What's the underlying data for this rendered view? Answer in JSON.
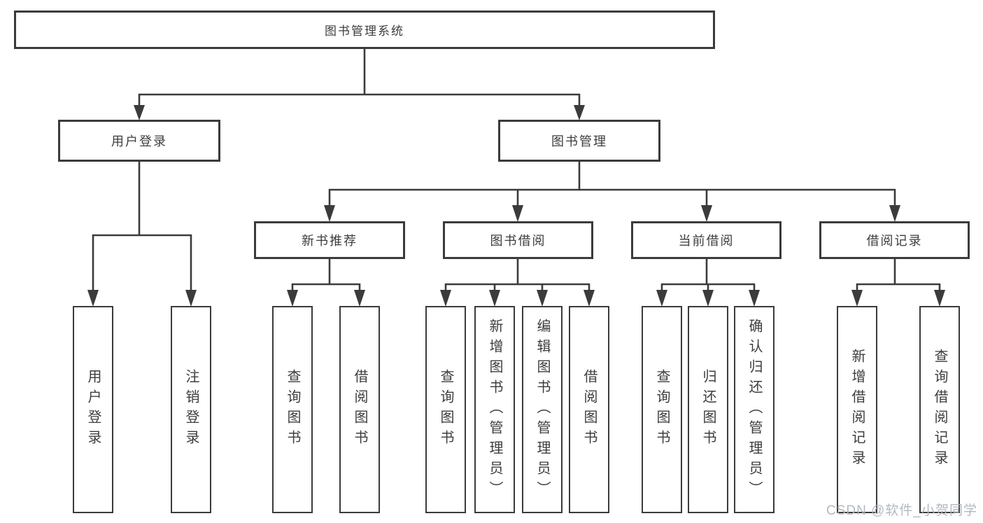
{
  "nodes": {
    "root": {
      "label": "图书管理系统"
    },
    "user_login": {
      "label": "用户登录"
    },
    "book_management": {
      "label": "图书管理"
    },
    "new_book_recommend": {
      "label": "新书推荐"
    },
    "book_borrow": {
      "label": "图书借阅"
    },
    "current_borrow": {
      "label": "当前借阅"
    },
    "borrow_records": {
      "label": "借阅记录"
    },
    "leaf_user_login": {
      "label": "用户登录"
    },
    "leaf_logout": {
      "label": "注销登录"
    },
    "leaf_recommend_query": {
      "label": "查询图书"
    },
    "leaf_recommend_borrow": {
      "label": "借阅图书"
    },
    "leaf_borrow_query": {
      "label": "查询图书"
    },
    "leaf_borrow_add": {
      "label": "新增图书（管理员）"
    },
    "leaf_borrow_edit": {
      "label": "编辑图书（管理员）"
    },
    "leaf_borrow_borrow": {
      "label": "借阅图书"
    },
    "leaf_current_query": {
      "label": "查询图书"
    },
    "leaf_current_return": {
      "label": "归还图书"
    },
    "leaf_current_confirm": {
      "label": "确认归还（管理员）"
    },
    "leaf_records_add": {
      "label": "新增借阅记录"
    },
    "leaf_records_query": {
      "label": "查询借阅记录"
    }
  },
  "edges": [
    [
      "root",
      "user_login"
    ],
    [
      "root",
      "book_management"
    ],
    [
      "user_login",
      "leaf_user_login"
    ],
    [
      "user_login",
      "leaf_logout"
    ],
    [
      "book_management",
      "new_book_recommend"
    ],
    [
      "book_management",
      "book_borrow"
    ],
    [
      "book_management",
      "current_borrow"
    ],
    [
      "book_management",
      "borrow_records"
    ],
    [
      "new_book_recommend",
      "leaf_recommend_query"
    ],
    [
      "new_book_recommend",
      "leaf_recommend_borrow"
    ],
    [
      "book_borrow",
      "leaf_borrow_query"
    ],
    [
      "book_borrow",
      "leaf_borrow_add"
    ],
    [
      "book_borrow",
      "leaf_borrow_edit"
    ],
    [
      "book_borrow",
      "leaf_borrow_borrow"
    ],
    [
      "current_borrow",
      "leaf_current_query"
    ],
    [
      "current_borrow",
      "leaf_current_return"
    ],
    [
      "current_borrow",
      "leaf_current_confirm"
    ],
    [
      "borrow_records",
      "leaf_records_add"
    ],
    [
      "borrow_records",
      "leaf_records_query"
    ]
  ],
  "watermark": {
    "text": "CSDN @软件_小贺同学"
  },
  "colors": {
    "line": "#3b3b3b",
    "node_border": "#3b3b3b",
    "text": "#3d3d3d",
    "background": "#ffffff",
    "watermark": "#b4b8bf"
  }
}
